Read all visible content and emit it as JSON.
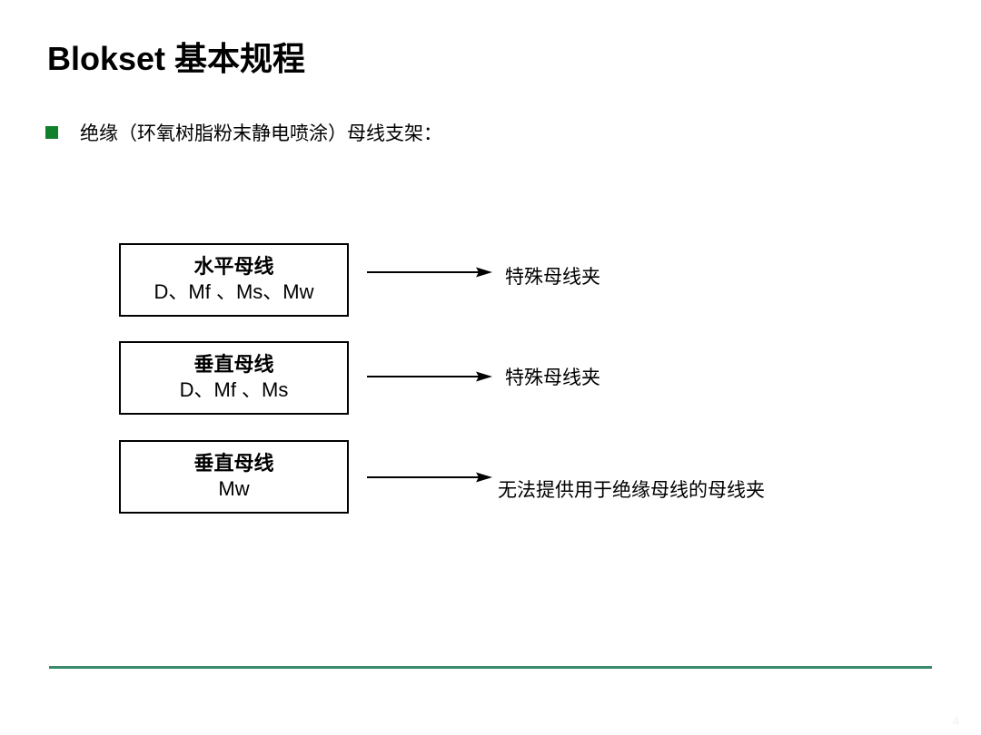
{
  "slide": {
    "title": "Blokset 基本规程",
    "bullet": {
      "icon": "green-square-bullet",
      "text": "绝缘（环氧树脂粉末静电喷涂）母线支架："
    },
    "flow": {
      "rows": [
        {
          "box_title": "水平母线",
          "box_subtitle": "D、Mf 、Ms、Mw",
          "arrow": "right-arrow",
          "result": "特殊母线夹"
        },
        {
          "box_title": "垂直母线",
          "box_subtitle": "D、Mf 、Ms",
          "arrow": "right-arrow",
          "result": "特殊母线夹"
        },
        {
          "box_title": "垂直母线",
          "box_subtitle": "Mw",
          "arrow": "right-arrow",
          "result": "无法提供用于绝缘母线的母线夹"
        }
      ]
    },
    "footer": {
      "rule_color": "#3a8a6b",
      "page_number": "4"
    },
    "colors": {
      "bullet_green": "#11802b",
      "rule_green": "#3a8a6b",
      "text_black": "#000000",
      "background": "#ffffff"
    }
  }
}
